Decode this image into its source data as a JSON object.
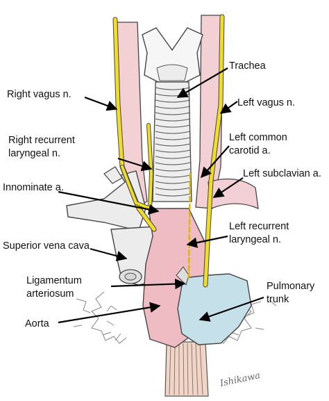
{
  "labels": {
    "trachea": "Trachea",
    "right_vagus": "Right vagus n.",
    "left_vagus": "Left vagus n.",
    "right_recurrent_1": "Right recurrent",
    "right_recurrent_2": "laryngeal n.",
    "left_common_1": "Left common",
    "left_common_2": "carotid a.",
    "left_subclavian": "Left subclavian a.",
    "innominate": "Innominate a.",
    "left_recurrent_1": "Left recurrent",
    "left_recurrent_2": "laryngeal n.",
    "svc": "Superior vena cava",
    "ligamentum_1": "Ligamentum",
    "ligamentum_2": "arteriosum",
    "pulmonary_1": "Pulmonary",
    "pulmonary_2": "trunk",
    "aorta": "Aorta"
  },
  "signature": "Ishikawa",
  "colors": {
    "nerve": "#f2dc2a",
    "artery": "#e9b3bb",
    "pulmonary": "#bcd9e6",
    "cartilage": "#f4f4f4",
    "outline": "#444444",
    "arrow": "#000000"
  }
}
